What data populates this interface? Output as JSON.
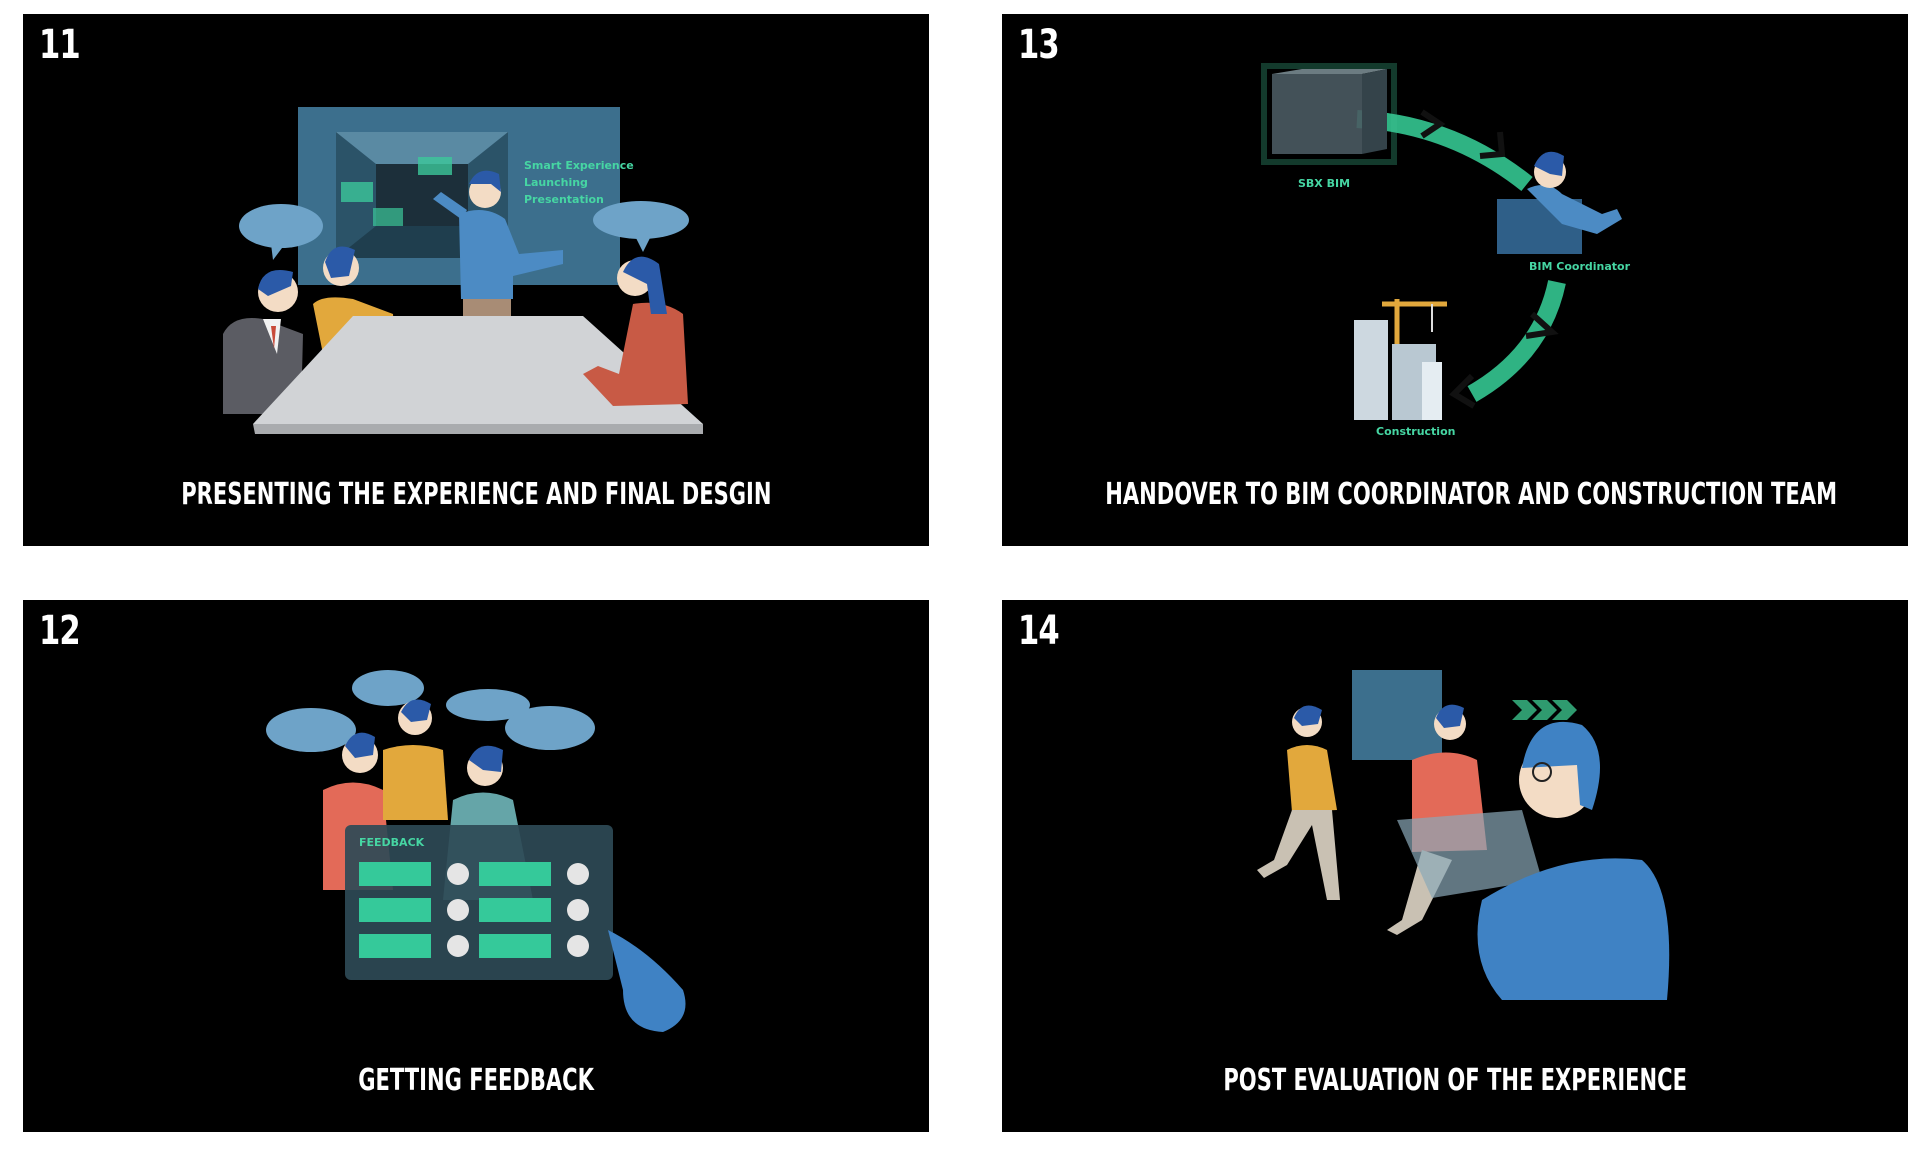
{
  "panels": [
    {
      "number": "11",
      "caption": "PRESENTING THE EXPERIENCE AND FINAL DESGIN",
      "screen_text": [
        "Smart Experience",
        "Launching",
        "Presentation"
      ]
    },
    {
      "number": "13",
      "caption": "HANDOVER TO BIM COORDINATOR AND CONSTRUCTION TEAM",
      "labels": {
        "sbx_bim": "SBX BIM",
        "bim_coordinator": "BIM Coordinator",
        "construction": "Construction"
      }
    },
    {
      "number": "12",
      "caption": "GETTING FEEDBACK",
      "board_title": "FEEDBACK"
    },
    {
      "number": "14",
      "caption": "POST EVALUATION OF THE EXPERIENCE"
    }
  ],
  "colors": {
    "panel_bg": "#000000",
    "page_bg": "#ffffff",
    "accent_green": "#35c99a",
    "figure_blue": "#3f82c4",
    "bubble_blue": "#6ea3c8"
  }
}
